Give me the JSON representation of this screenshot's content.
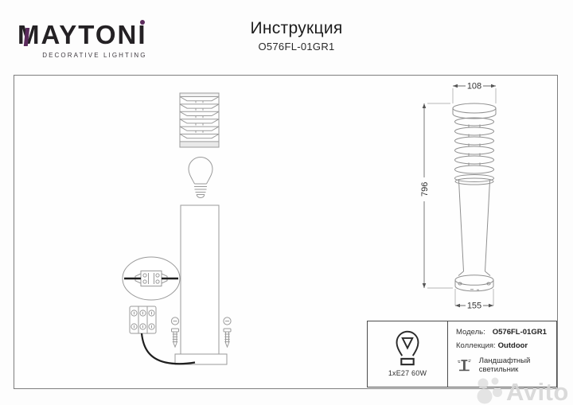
{
  "colors": {
    "accent_purple": "#5b2a5c",
    "drawing_line": "#9a9a9a",
    "dim_line": "#666666",
    "watermark_gray": "#d6d6d6"
  },
  "logo": {
    "brand_left": "MAYTON",
    "brand_last": "I",
    "tagline": "DECORATIVE LIGHTING"
  },
  "header": {
    "title": "Инструкция",
    "model_code": "O576FL-01GR1"
  },
  "diagram": {
    "dim_head_width": "108",
    "dim_height": "796",
    "dim_base_width": "155"
  },
  "spec": {
    "bulb_spec": "1xE27 60W",
    "model_label": "Модель:",
    "model_value": "O576FL-01GR1",
    "collection_label": "Коллекция:",
    "collection_value": "Outdoor",
    "type_text": "Ландшафтный светильник"
  },
  "watermark": {
    "text": "Avito"
  },
  "icons": {
    "bulb_icon": "incandescent-bulb-outline",
    "bollard_icon": "bollard-lamp-pictogram",
    "avito_icon": "overlapping-circles-logo"
  }
}
